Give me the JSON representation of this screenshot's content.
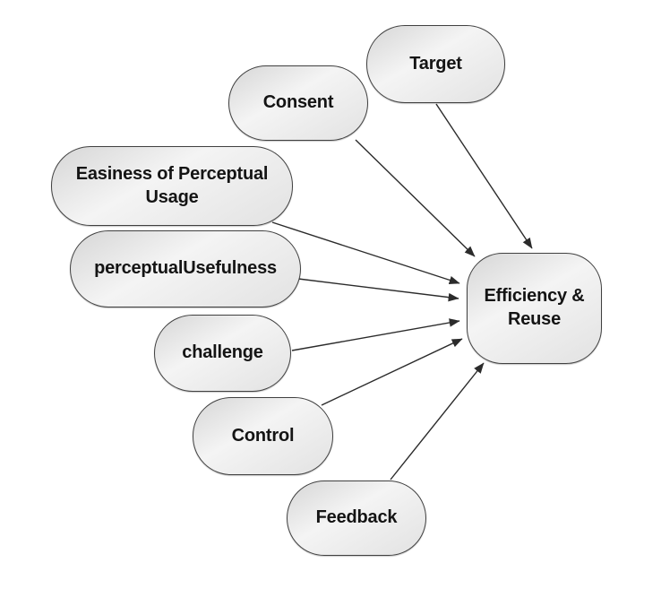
{
  "diagram": {
    "type": "concept-map",
    "description": "Seven factor nodes with arrows pointing to a central outcome node",
    "nodes": [
      {
        "id": "target",
        "label": "Target"
      },
      {
        "id": "consent",
        "label": "Consent"
      },
      {
        "id": "easiness",
        "label": "Easiness of Perceptual Usage"
      },
      {
        "id": "perceptual-usefulness",
        "label": "perceptualUsefulness"
      },
      {
        "id": "challenge",
        "label": "challenge"
      },
      {
        "id": "control",
        "label": "Control"
      },
      {
        "id": "feedback",
        "label": "Feedback"
      },
      {
        "id": "efficiency-reuse",
        "label": "Efficiency & Reuse"
      }
    ],
    "edges": [
      {
        "from": "Target",
        "to": "Efficiency & Reuse"
      },
      {
        "from": "Consent",
        "to": "Efficiency & Reuse"
      },
      {
        "from": "Easiness of Perceptual Usage",
        "to": "Efficiency & Reuse"
      },
      {
        "from": "perceptualUsefulness",
        "to": "Efficiency & Reuse"
      },
      {
        "from": "challenge",
        "to": "Efficiency & Reuse"
      },
      {
        "from": "Control",
        "to": "Efficiency & Reuse"
      },
      {
        "from": "Feedback",
        "to": "Efficiency & Reuse"
      }
    ],
    "colors": {
      "background": "#ffffff",
      "node_fill_dark": "#d6d6d6",
      "node_fill_light": "#f4f4f4",
      "node_border": "#404040",
      "arrow": "#2b2b2b",
      "text": "#141414"
    }
  }
}
